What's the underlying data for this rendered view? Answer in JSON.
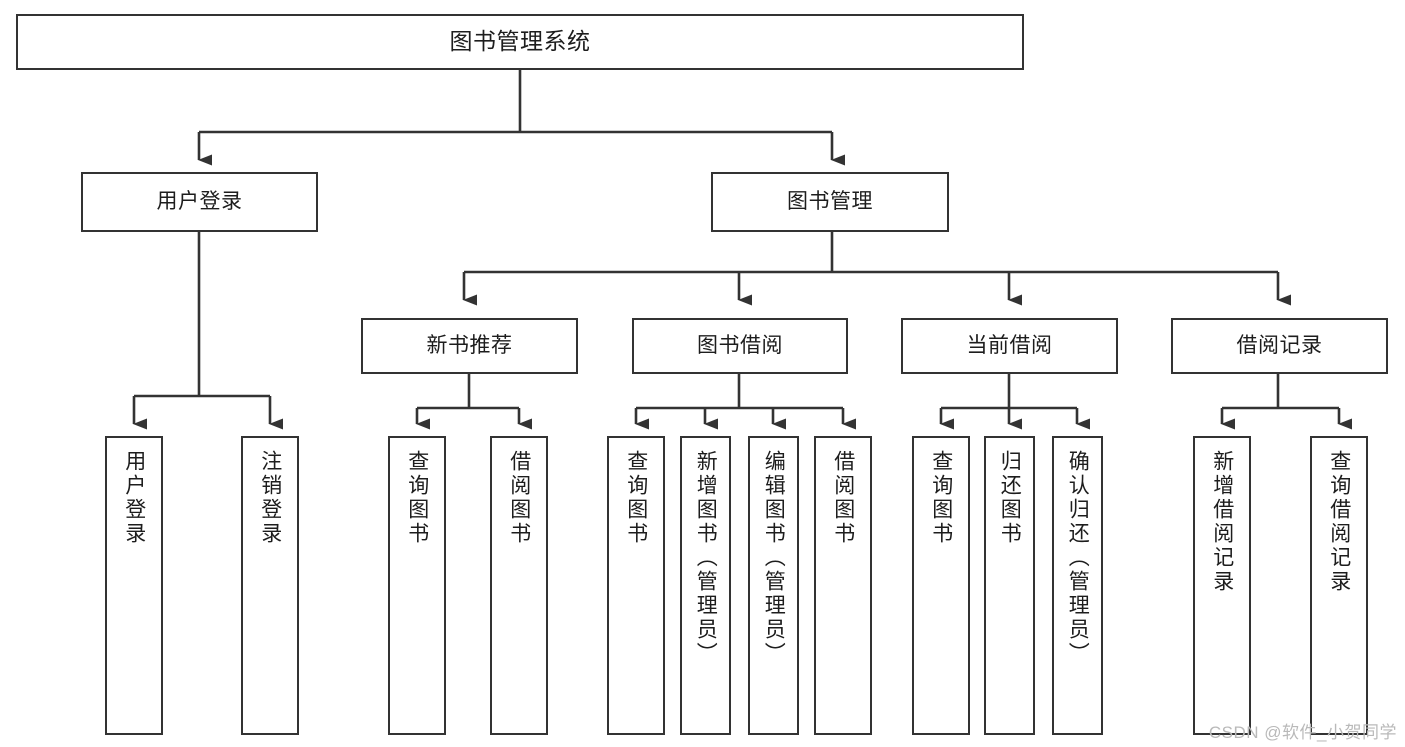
{
  "diagram": {
    "title": "图书管理系统",
    "type": "tree-hierarchy-diagram",
    "watermark": "CSDN @软件_小贺同学",
    "colors": {
      "box_border": "#333333",
      "box_fill": "#ffffff",
      "connector": "#333333",
      "text": "#1d1d1d",
      "watermark": "#b9b9b9",
      "background": "#ffffff"
    },
    "root": {
      "label": "图书管理系统"
    },
    "level1": [
      {
        "id": "user-login",
        "label": "用户登录"
      },
      {
        "id": "book-management",
        "label": "图书管理"
      }
    ],
    "level2": [
      {
        "id": "new-book-recommend",
        "label": "新书推荐"
      },
      {
        "id": "book-borrow",
        "label": "图书借阅"
      },
      {
        "id": "current-borrow",
        "label": "当前借阅"
      },
      {
        "id": "borrow-record",
        "label": "借阅记录"
      }
    ],
    "leaves": {
      "user-login": [
        {
          "id": "leaf-user-login",
          "label": "用户登录"
        },
        {
          "id": "leaf-logout",
          "label": "注销登录"
        }
      ],
      "new-book-recommend": [
        {
          "id": "leaf-query-book-1",
          "label": "查询图书"
        },
        {
          "id": "leaf-borrow-book-1",
          "label": "借阅图书"
        }
      ],
      "book-borrow": [
        {
          "id": "leaf-query-book-2",
          "label": "查询图书"
        },
        {
          "id": "leaf-add-book",
          "label": "新增图书（管理员）"
        },
        {
          "id": "leaf-edit-book",
          "label": "编辑图书（管理员）"
        },
        {
          "id": "leaf-borrow-book-2",
          "label": "借阅图书"
        }
      ],
      "current-borrow": [
        {
          "id": "leaf-query-book-3",
          "label": "查询图书"
        },
        {
          "id": "leaf-return-book",
          "label": "归还图书"
        },
        {
          "id": "leaf-confirm-return",
          "label": "确认归还（管理员）"
        }
      ],
      "borrow-record": [
        {
          "id": "leaf-add-record",
          "label": "新增借阅记录"
        },
        {
          "id": "leaf-query-record",
          "label": "查询借阅记录"
        }
      ]
    }
  }
}
